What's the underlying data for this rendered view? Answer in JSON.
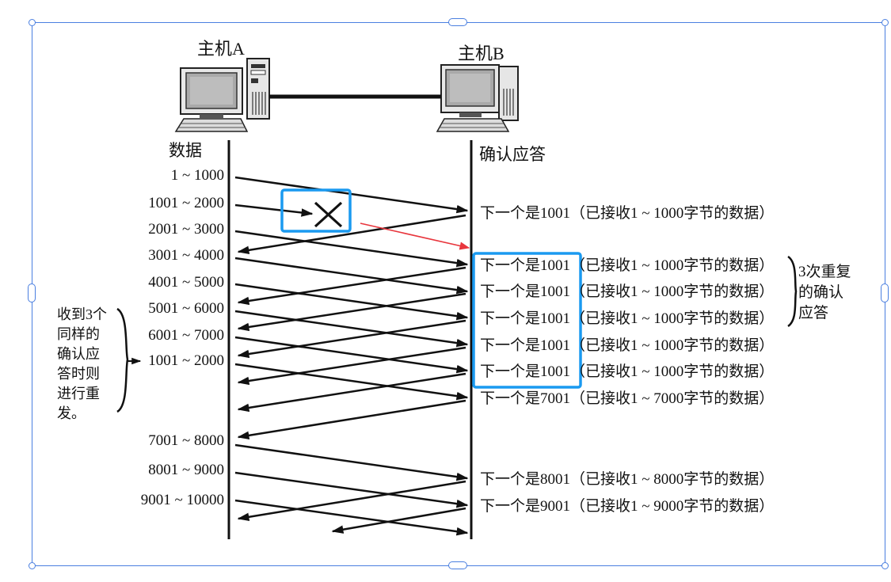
{
  "hosts": {
    "a_label": "主机A",
    "b_label": "主机B"
  },
  "columns": {
    "data_label": "数据",
    "ack_label": "确认应答"
  },
  "segments": [
    "1 ~ 1000",
    "1001 ~ 2000",
    "2001 ~ 3000",
    "3001 ~ 4000",
    "4001 ~ 5000",
    "5001 ~ 6000",
    "6001 ~ 7000",
    "1001 ~ 2000",
    "7001 ~ 8000",
    "8001 ~ 9000",
    "9001 ~ 10000"
  ],
  "acks": [
    "下一个是1001（已接收1 ~ 1000字节的数据）",
    "下一个是1001（已接收1 ~ 1000字节的数据）",
    "下一个是1001（已接收1 ~ 1000字节的数据）",
    "下一个是1001（已接收1 ~ 1000字节的数据）",
    "下一个是1001（已接收1 ~ 1000字节的数据）",
    "下一个是1001（已接收1 ~ 1000字节的数据）",
    "下一个是7001（已接收1 ~ 7000字节的数据）",
    "下一个是8001（已接收1 ~ 8000字节的数据）",
    "下一个是9001（已接收1 ~ 9000字节的数据）"
  ],
  "notes": {
    "retransmit": [
      "收到3个",
      "同样的",
      "确认应",
      "答时则",
      "进行重",
      "发。"
    ],
    "duplicate_acks": [
      "3次重复",
      "的确认",
      "应答"
    ]
  },
  "icons": {
    "host": "desktop-computer-icon",
    "loss": "cross-icon"
  },
  "colors": {
    "selection": "#4a7fe0",
    "highlight": "#1a9af0",
    "pointer": "#e8363d",
    "ink": "#111111"
  }
}
